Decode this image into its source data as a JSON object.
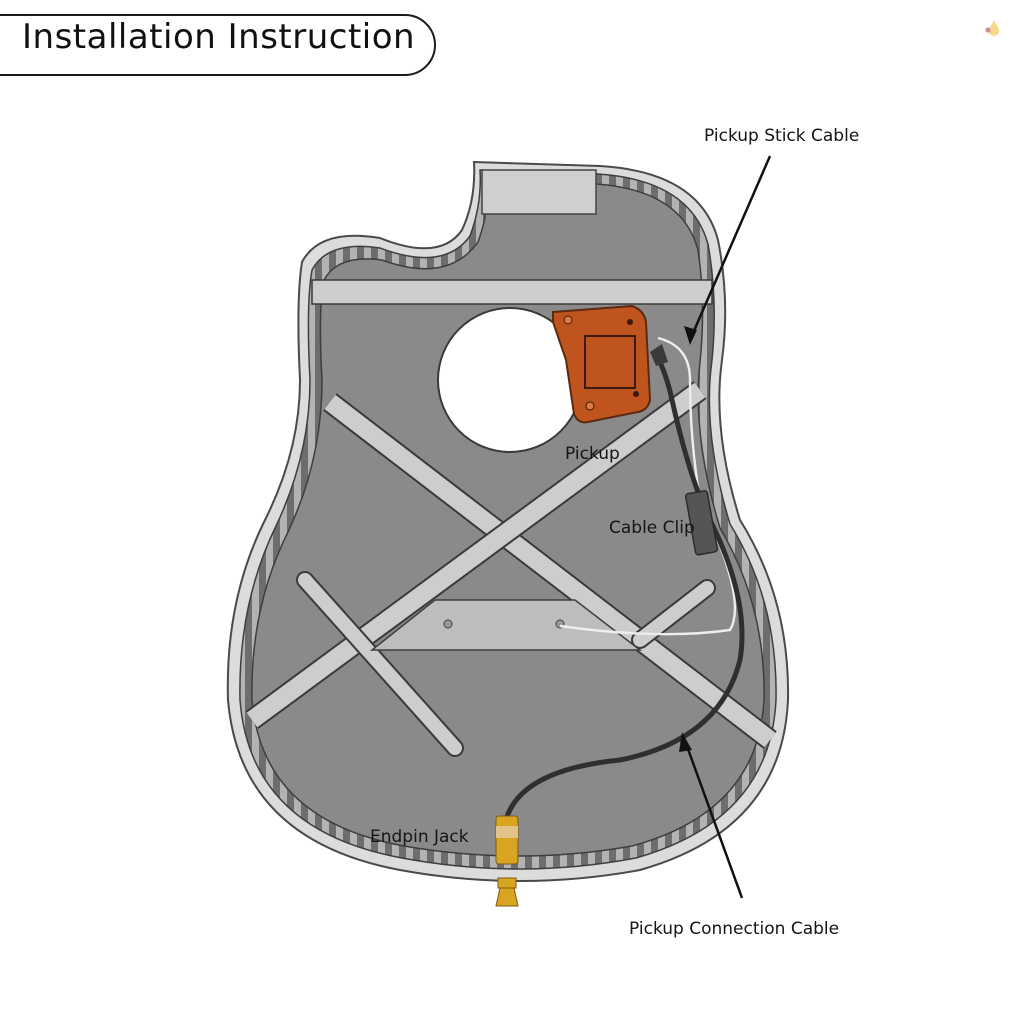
{
  "header": {
    "title": "Installation Instruction"
  },
  "brand": {
    "logo_icon": "droplet-logo-icon"
  },
  "diagram": {
    "subject": "acoustic guitar body (cutaway, inside view)",
    "colors": {
      "body_fill": "#8a8a8a",
      "binding": "#cfcfcf",
      "bracing": "#cdcdcd",
      "soundhole": "#ffffff",
      "pickup_wood": "#c0541e",
      "jack_gold": "#d9a520",
      "cable": "#3a3a3a"
    },
    "labels": {
      "pickup_stick_cable": "Pickup Stick Cable",
      "pickup": "Pickup",
      "cable_clip": "Cable Clip",
      "endpin_jack": "Endpin Jack",
      "pickup_connection_cable": "Pickup Connection Cable"
    }
  }
}
